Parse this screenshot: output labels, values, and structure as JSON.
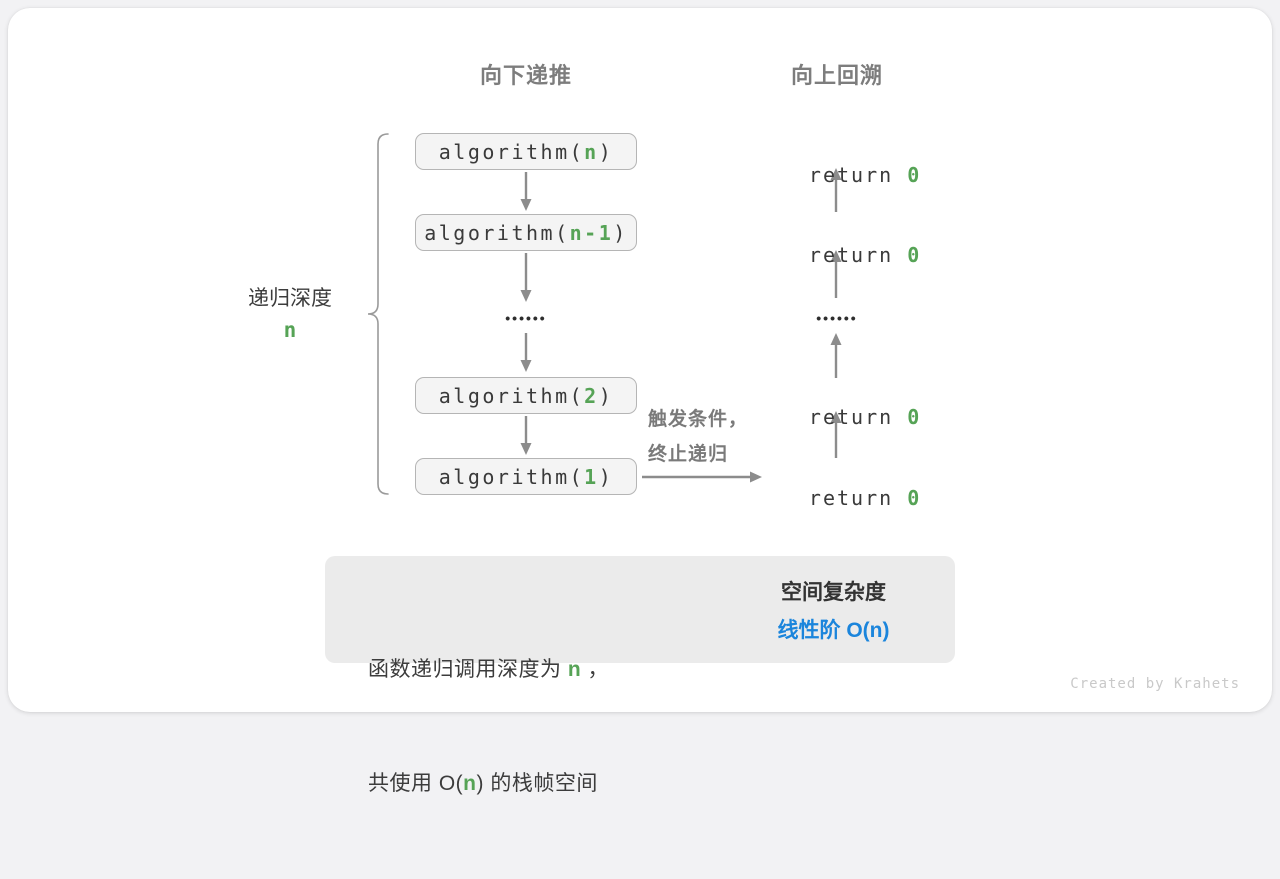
{
  "colors": {
    "accent_green": "#56a356",
    "accent_blue": "#1b85dc",
    "muted_gray": "#7d7d7d",
    "box_fill": "#f4f4f4",
    "summary_fill": "#ebebeb"
  },
  "headers": {
    "down": "向下递推",
    "up": "向上回溯"
  },
  "depth": {
    "label": "递归深度",
    "value": "n"
  },
  "stack": {
    "boxes": [
      {
        "prefix": "algorithm(",
        "arg": "n",
        "suffix": ")"
      },
      {
        "prefix": "algorithm(",
        "arg": "n-1",
        "suffix": ")"
      },
      {
        "prefix": "algorithm(",
        "arg": "2",
        "suffix": ")"
      },
      {
        "prefix": "algorithm(",
        "arg": "1",
        "suffix": ")"
      }
    ],
    "ellipsis": "••••••"
  },
  "returns": {
    "items": [
      {
        "keyword": "return ",
        "value": "0"
      },
      {
        "keyword": "return ",
        "value": "0"
      },
      {
        "keyword": "return ",
        "value": "0"
      },
      {
        "keyword": "return ",
        "value": "0"
      }
    ],
    "ellipsis": "••••••"
  },
  "note": {
    "line1": "触发条件，",
    "line2": "终止递归"
  },
  "summary": {
    "line1_pre": "函数递归调用深度为 ",
    "line1_hl": "n",
    "line1_post": " ，",
    "line2_pre": "共使用 O(",
    "line2_hl": "n",
    "line2_post": ") 的栈帧空间",
    "result_title": "空间复杂度",
    "result_value": "线性阶 O(n)"
  },
  "watermark": "Created by Krahets"
}
